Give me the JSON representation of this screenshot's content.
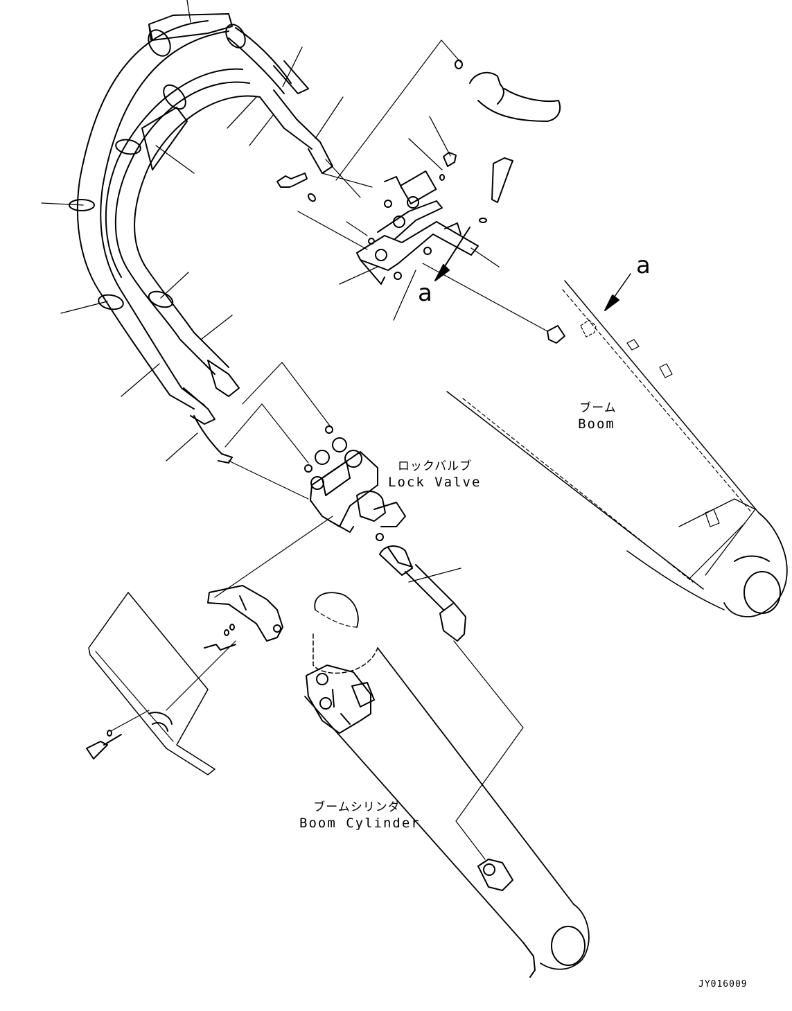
{
  "labels": {
    "boom": {
      "jp": "ブーム",
      "en": "Boom"
    },
    "lock_valve": {
      "jp": "ロックバルブ",
      "en": "Lock Valve"
    },
    "boom_cylinder": {
      "jp": "ブームシリンダ",
      "en": "Boom Cylinder"
    },
    "view_marker_upper": "a",
    "view_marker_lower": "a",
    "drawing_code": "JY016009"
  }
}
